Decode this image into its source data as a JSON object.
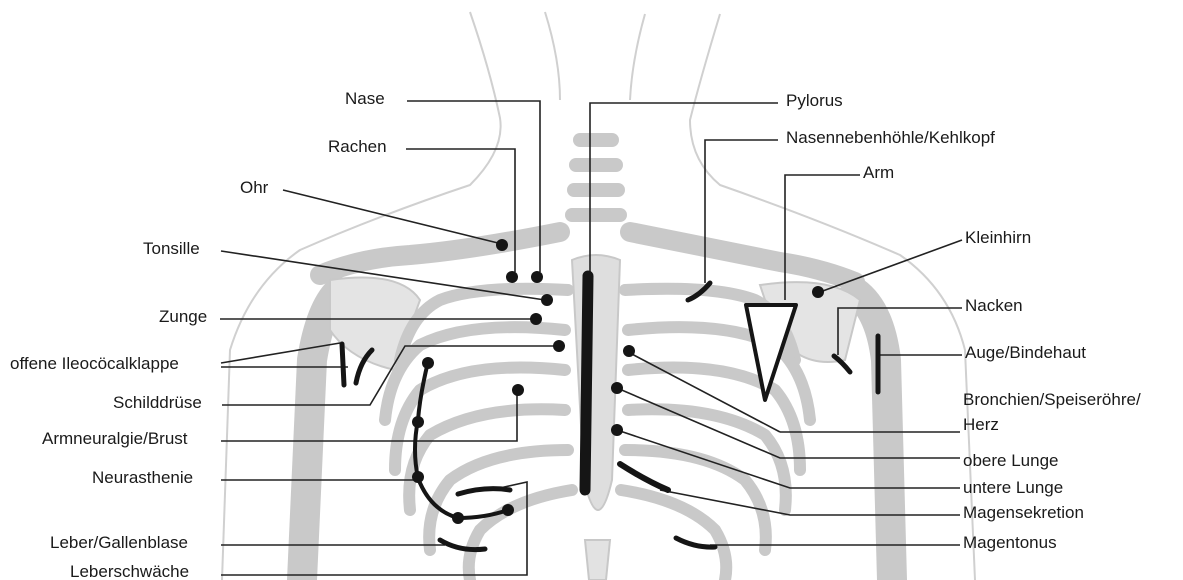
{
  "labels": {
    "nase": "Nase",
    "rachen": "Rachen",
    "ohr": "Ohr",
    "tonsille": "Tonsille",
    "zunge": "Zunge",
    "ileo": "offene Ileocöcalklappe",
    "schild": "Schilddrüse",
    "armneur": "Armneuralgie/Brust",
    "neura": "Neurasthenie",
    "leber": "Leber/Gallenblase",
    "leberschw": "Leberschwäche",
    "pylorus": "Pylorus",
    "nasenneben": "Nasennebenhöhle/Kehlkopf",
    "arm": "Arm",
    "kleinhirn": "Kleinhirn",
    "nacken": "Nacken",
    "auge": "Auge/Bindehaut",
    "bronch1": "Bronchien/Speiseröhre/",
    "bronch2": "Herz",
    "oberelunge": "obere Lunge",
    "unterelunge": "untere Lunge",
    "magensek": "Magensekretion",
    "magentonus": "Magentonus"
  }
}
